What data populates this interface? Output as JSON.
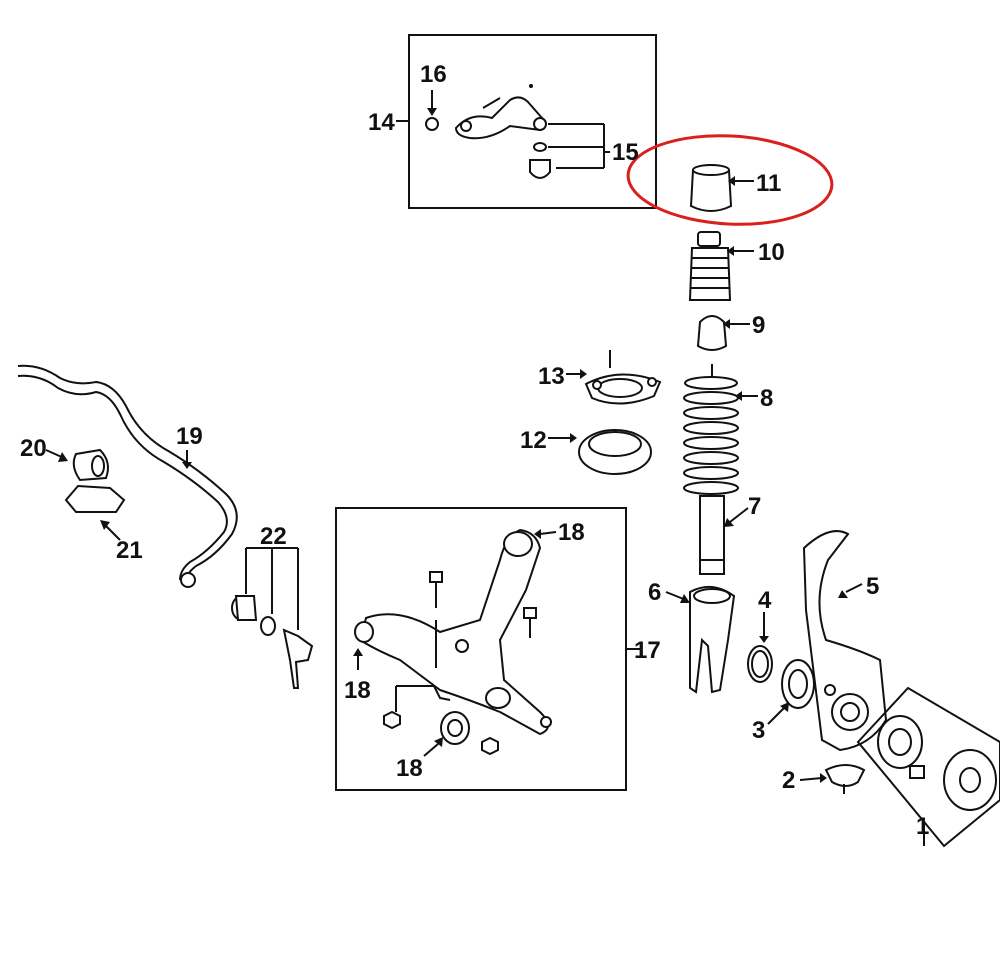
{
  "diagram": {
    "highlight_color": "#d9201c",
    "highlighted_part": "11",
    "labels": {
      "l1": "1",
      "l2": "2",
      "l3": "3",
      "l4": "4",
      "l5": "5",
      "l6": "6",
      "l7": "7",
      "l8": "8",
      "l9": "9",
      "l10": "10",
      "l11": "11",
      "l12": "12",
      "l13": "13",
      "l14": "14",
      "l15": "15",
      "l16": "16",
      "l17": "17",
      "l18a": "18",
      "l18b": "18",
      "l18c": "18",
      "l19": "19",
      "l20": "20",
      "l21": "21",
      "l22": "22"
    }
  }
}
